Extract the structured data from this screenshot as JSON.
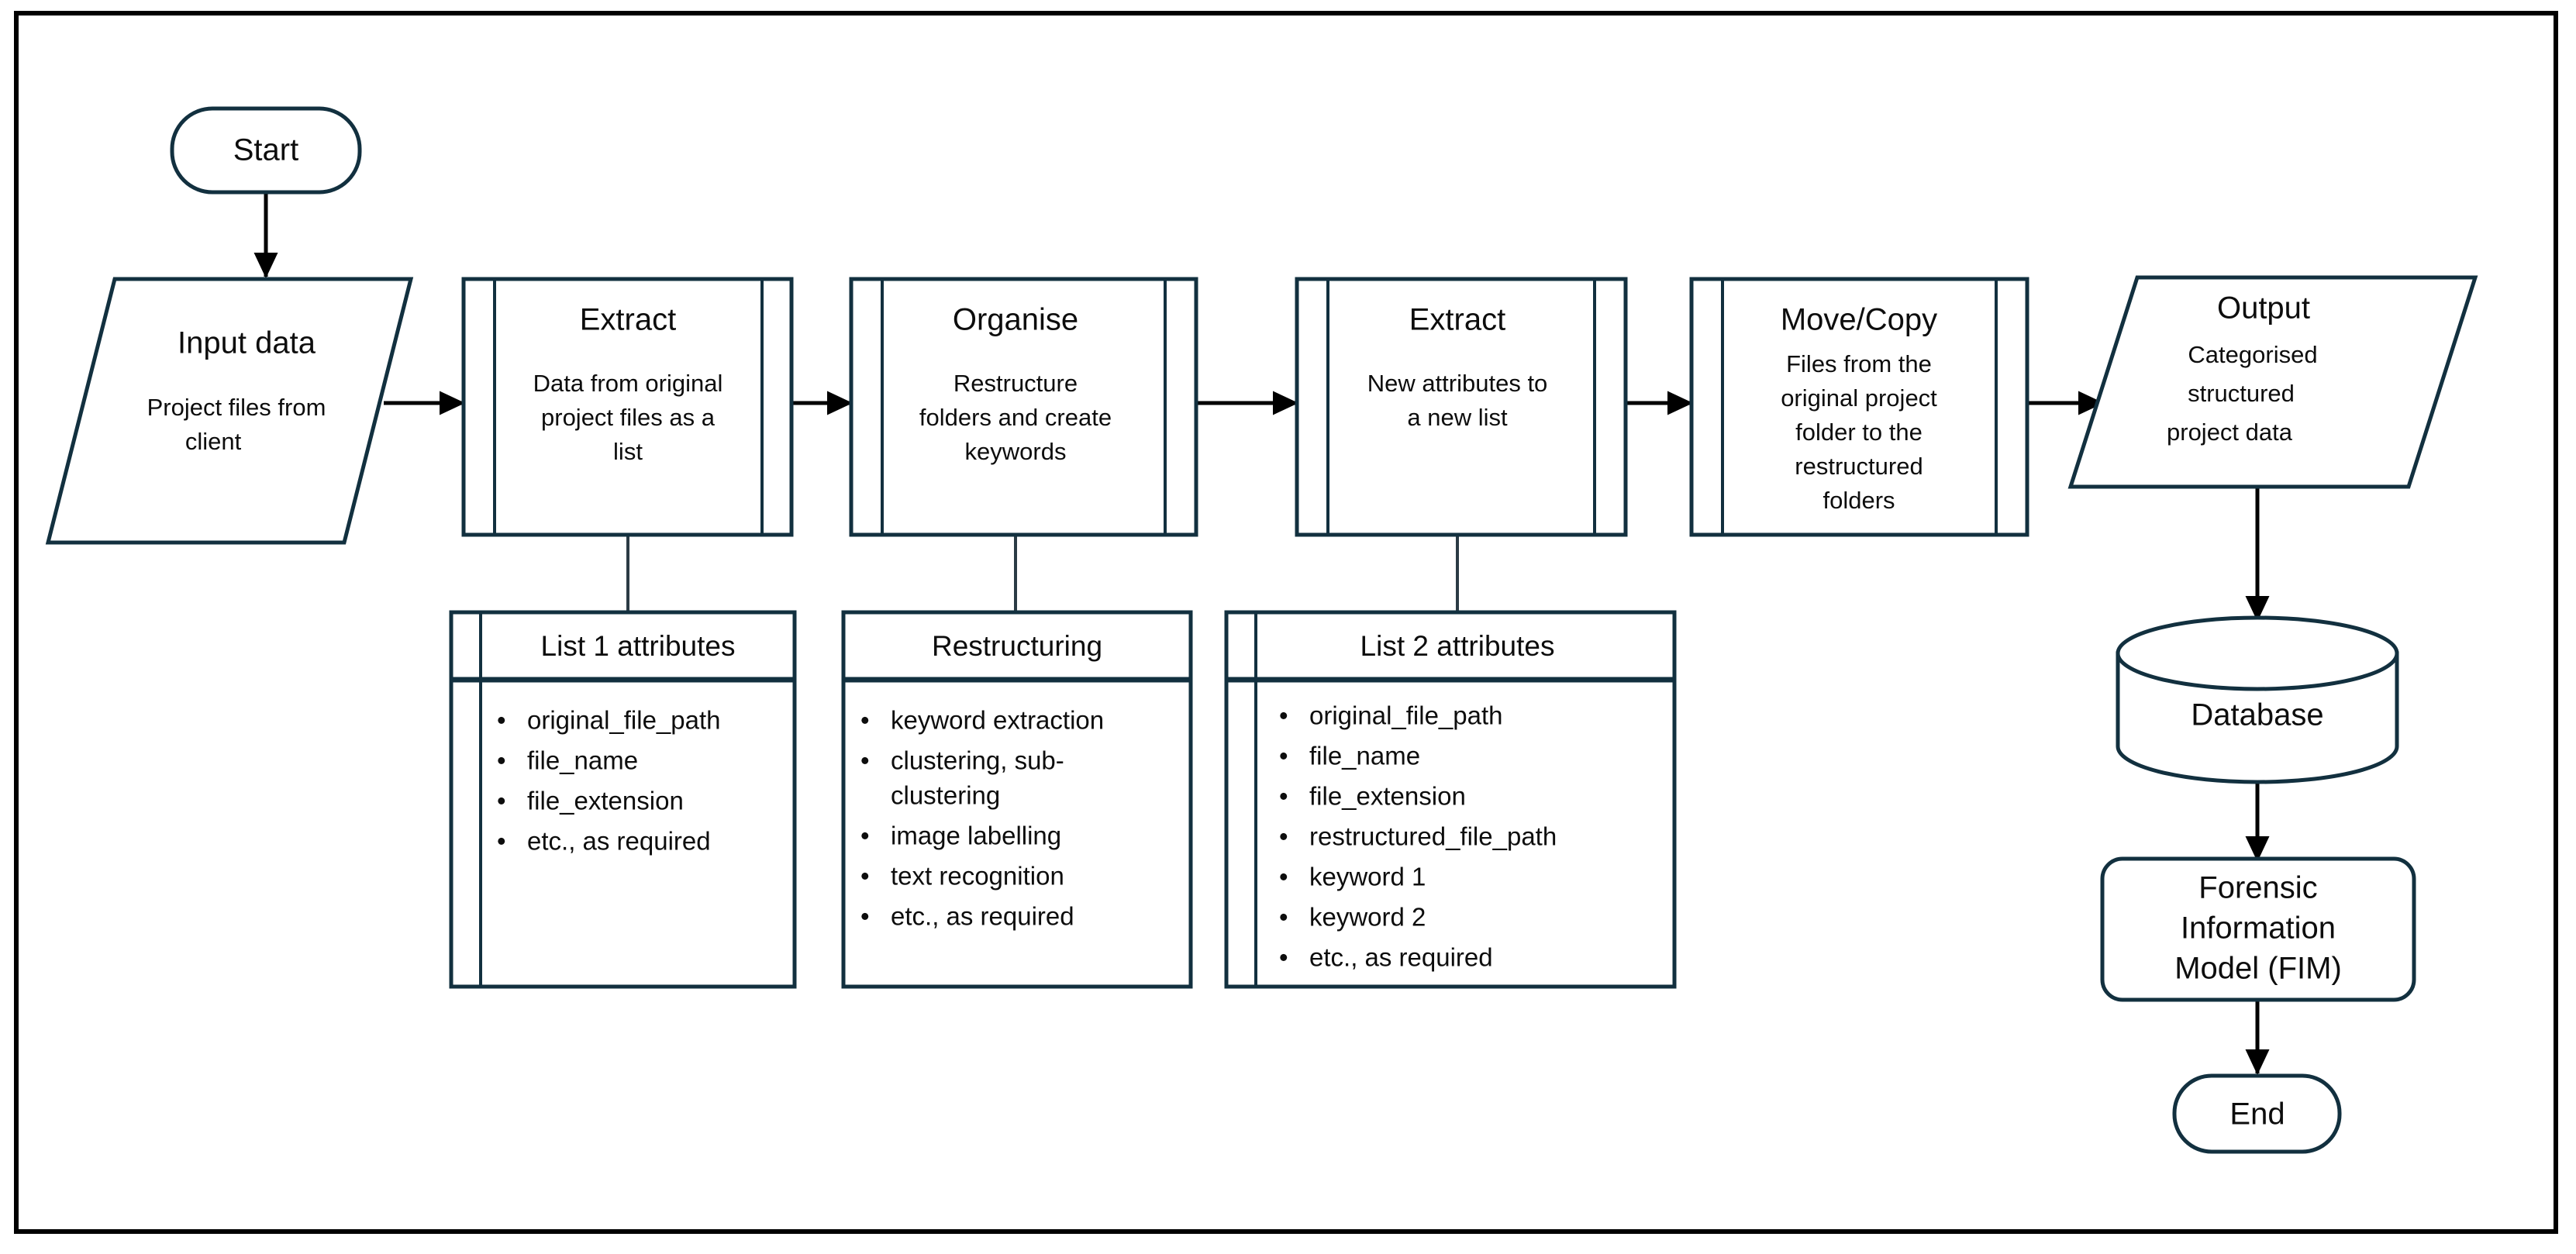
{
  "diagram": {
    "type": "flowchart",
    "frame_color": "#000000",
    "shape_stroke_color": "#12303f",
    "connector_color": "#000000",
    "background": "#ffffff"
  },
  "nodes": {
    "start": {
      "label": "Start",
      "shape": "terminator"
    },
    "input_data": {
      "title": "Input data",
      "subtitle_lines": [
        "Project files from",
        "client"
      ],
      "shape": "parallelogram-input"
    },
    "extract1": {
      "title": "Extract",
      "subtitle_lines": [
        "Data from original",
        "project files as a",
        "list"
      ],
      "shape": "predefined-process"
    },
    "organise": {
      "title": "Organise",
      "subtitle_lines": [
        "Restructure",
        "folders and create",
        "keywords"
      ],
      "shape": "predefined-process"
    },
    "extract2": {
      "title": "Extract",
      "subtitle_lines": [
        "New attributes to",
        "a new list"
      ],
      "shape": "predefined-process"
    },
    "move_copy": {
      "title": "Move/Copy",
      "subtitle_lines": [
        "Files from the",
        "original project",
        "folder to the",
        "restructured",
        "folders"
      ],
      "shape": "predefined-process"
    },
    "output": {
      "title": "Output",
      "subtitle_lines": [
        "Categorised",
        "structured",
        "project data"
      ],
      "shape": "parallelogram-output"
    },
    "database": {
      "label": "Database",
      "shape": "cylinder"
    },
    "fim": {
      "lines": [
        "Forensic",
        "Information",
        "Model (FIM)"
      ],
      "shape": "rounded-rect"
    },
    "end": {
      "label": "End",
      "shape": "terminator"
    }
  },
  "panels": {
    "list1": {
      "title": "List 1 attributes",
      "shape": "predefined-process-panel",
      "items": [
        "original_file_path",
        "file_name",
        "file_extension",
        "etc., as required"
      ]
    },
    "restructuring": {
      "title": "Restructuring",
      "shape": "rect-panel",
      "items": [
        "keyword extraction",
        "clustering, sub-",
        "clustering",
        "image labelling",
        "text recognition",
        "etc., as required"
      ],
      "item_bullets": [
        true,
        true,
        false,
        true,
        true,
        true
      ]
    },
    "list2": {
      "title": "List 2 attributes",
      "shape": "predefined-process-panel",
      "items": [
        "original_file_path",
        "file_name",
        "file_extension",
        "restructured_file_path",
        "keyword 1",
        "keyword 2",
        "etc., as required"
      ]
    }
  },
  "connectors": [
    {
      "name": "start-to-input",
      "from": "start",
      "to": "input_data",
      "arrow": true
    },
    {
      "name": "input-to-extract1",
      "from": "input_data",
      "to": "extract1",
      "arrow": true
    },
    {
      "name": "extract1-to-organise",
      "from": "extract1",
      "to": "organise",
      "arrow": true
    },
    {
      "name": "organise-to-extract2",
      "from": "organise",
      "to": "extract2",
      "arrow": true
    },
    {
      "name": "extract2-to-movecopy",
      "from": "extract2",
      "to": "move_copy",
      "arrow": true
    },
    {
      "name": "movecopy-to-output",
      "from": "move_copy",
      "to": "output",
      "arrow": true
    },
    {
      "name": "output-to-database",
      "from": "output",
      "to": "database",
      "arrow": true
    },
    {
      "name": "database-to-fim",
      "from": "database",
      "to": "fim",
      "arrow": true
    },
    {
      "name": "fim-to-end",
      "from": "fim",
      "to": "end",
      "arrow": true
    },
    {
      "name": "extract1-to-list1",
      "from": "extract1",
      "to": "list1",
      "arrow": false
    },
    {
      "name": "organise-to-restructuring",
      "from": "organise",
      "to": "restructuring",
      "arrow": false
    },
    {
      "name": "extract2-to-list2",
      "from": "extract2",
      "to": "list2",
      "arrow": false
    }
  ]
}
